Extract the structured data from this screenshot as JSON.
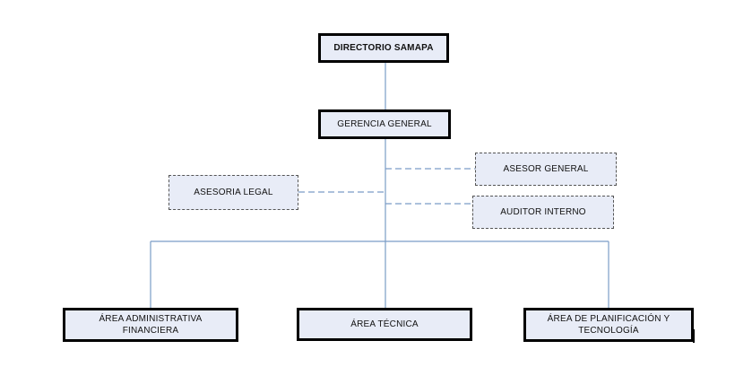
{
  "chart": {
    "nodes": {
      "directorio": "DIRECTORIO SAMAPA",
      "gerencia": "GERENCIA GENERAL",
      "asesor_general": "ASESOR GENERAL",
      "asesoria_legal": "ASESORIA LEGAL",
      "auditor_interno": "AUDITOR INTERNO",
      "area_administrativa": {
        "line1": "ÁREA ADMINISTRATIVA",
        "line2": "FINANCIERA"
      },
      "area_tecnica": "ÁREA TÉCNICA",
      "area_planificacion": {
        "line1": "ÁREA DE PLANIFICACIÓN Y",
        "line2": "TECNOLOGÍA"
      }
    },
    "colors": {
      "box_fill": "#e8ecf7",
      "solid_line": "#7a9cc6",
      "dashed_line": "#7a9cc6",
      "box_border": "#000000"
    }
  }
}
